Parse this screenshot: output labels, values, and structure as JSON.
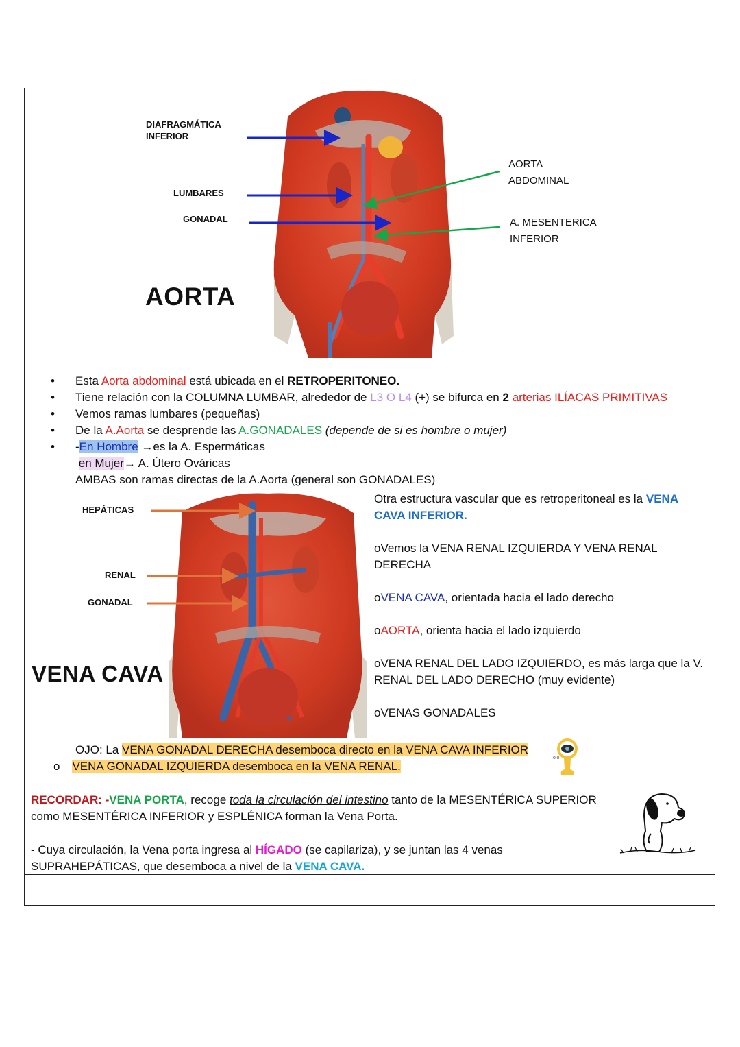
{
  "aorta_section": {
    "image_title": "AORTA",
    "labels_left": [
      "DIAFRAGMÁTICA",
      "INFERIOR",
      "LUMBARES",
      "GONADAL"
    ],
    "labels_right": [
      "AORTA",
      "ABDOMINAL",
      "A. MESENTERICA",
      "INFERIOR"
    ],
    "bullets": {
      "b1": {
        "p1": "Esta ",
        "p2": "Aorta abdominal",
        "p3": " está ubicada en el ",
        "p4": "RETROPERITONEO."
      },
      "b2": {
        "p1": "Tiene relación con la COLUMNA LUMBAR, alrededor de ",
        "p2": "L3 O L4",
        "p3": " (+) se bifurca en ",
        "p4": "2",
        "p5": " arterias ILÍACAS PRIMITIVAS"
      },
      "b3": {
        "p1": "Vemos ramas lumbares (pequeñas)"
      },
      "b4": {
        "p1": "De la ",
        "p2": "A.Aorta",
        "p3": " se desprende las ",
        "p4": "A.GONADALES",
        "p5": " (depende de si es hombre o mujer)"
      },
      "b5": {
        "p1": "-",
        "p2": "En Hombre",
        "p3": " →es la A. Espermáticas"
      },
      "line6": {
        "p1": "en  Mujer",
        "p2": "→ A. Útero Ováricas"
      },
      "line7": {
        "p1": "AMBAS son ramas directas de la A.Aorta (general son GONADALES)"
      }
    },
    "bullet_symbol": "•"
  },
  "vena_section": {
    "image_title": "VENA CAVA",
    "labels_left": [
      "HEPÁTICAS",
      "RENAL",
      "GONADAL"
    ],
    "intro": {
      "p1": "Otra estructura vascular que es retroperitoneal es la ",
      "p2": "VENA",
      "p3": "CAVA INFERIOR."
    },
    "items": {
      "i1": {
        "p1": "oVemos la VENA RENAL IZQUIERDA Y VENA RENAL",
        "p2": "DERECHA"
      },
      "i2": {
        "p1": "o",
        "p2": "VENA CAVA",
        "p3": ", orientada hacia el lado derecho"
      },
      "i3": {
        "p1": "o",
        "p2": "AORTA",
        "p3": ", orienta hacia el lado izquierdo"
      },
      "i4": {
        "p1": "oVENA RENAL DEL LADO IZQUIERDO, es más larga que la V.",
        "p2": "RENAL DEL LADO DERECHO (muy evidente)"
      },
      "i5": {
        "p1": "oVENAS GONADALES"
      }
    },
    "ojo": {
      "p1": "OJO: La ",
      "p2": "VENA GONADAL DERECHA desemboca directo en la VENA CAVA INFERIOR"
    },
    "ojo2": {
      "bullet": "o",
      "p1": "VENA GONADAL IZQUIERDA desemboca en la VENA RENAL."
    },
    "eye_caption": "ojo",
    "recordar": {
      "p1": "RECORDAR:",
      "p2": " -",
      "p3": "VENA PORTA",
      "p4": ", recoge ",
      "p5": "toda la circulación del intestino",
      "p6": " tanto de la MESENTÉRICA SUPERIOR",
      "l2": "como MESENTÉRICA INFERIOR y ESPLÉNICA forman la Vena Porta."
    },
    "cuya": {
      "p1": "- Cuya circulación, la Vena porta ingresa al ",
      "p2": "HÍGADO",
      "p3": " (se capilariza), y se juntan las 4 venas",
      "l2a": "SUPRAHEPÁTICAS, que desemboca a nivel de la ",
      "l2b": "VENA CAVA."
    }
  },
  "colors": {
    "arrow_blue": "#1626c8",
    "arrow_green": "#13a84a",
    "arrow_orange": "#e0743a",
    "tissue_red": "#d83a24"
  }
}
